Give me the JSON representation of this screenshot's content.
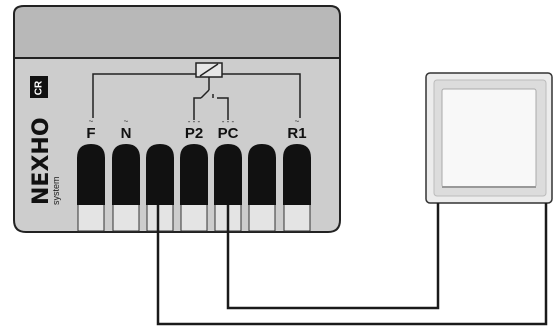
{
  "brand": {
    "name": "NEXHO",
    "sub": "system",
    "badge": "CR"
  },
  "terminals": [
    {
      "label": "F",
      "mark": "~"
    },
    {
      "label": "N",
      "mark": "~"
    },
    {
      "label": "",
      "mark": ""
    },
    {
      "label": "P2",
      "mark": "- - -"
    },
    {
      "label": "PC",
      "mark": "- - -"
    },
    {
      "label": "",
      "mark": ""
    },
    {
      "label": "R1",
      "mark": "~"
    }
  ],
  "colors": {
    "module_body": "#c9c9c9",
    "module_top": "#b5b5b5",
    "terminal": "#111111",
    "wire": "#1a1a1a",
    "switch_frame": "#e8e8e8",
    "switch_rocker": "#f7f7f7"
  }
}
